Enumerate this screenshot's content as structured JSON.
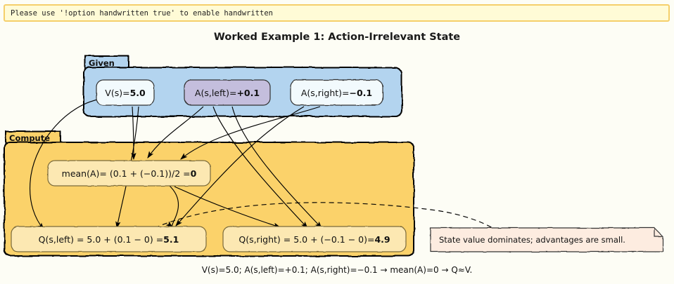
{
  "banner": {
    "message": "Please use '!option handwritten true' to enable handwritten",
    "bg_color": "#fffbd6",
    "border_color": "#f5cf6a"
  },
  "title": "Worked Example 1: Action-Irrelevant State",
  "page": {
    "background_color": "#fdfdf5"
  },
  "clusters": [
    {
      "name": "given",
      "label": "Given",
      "fill_color": "#b3d4ef",
      "stroke_color": "#000000"
    },
    {
      "name": "compute",
      "label": "Compute",
      "fill_color": "#fbd26a",
      "stroke_color": "#000000"
    }
  ],
  "nodes": {
    "v_s": {
      "prefix": "V(s)=",
      "value": "5.0",
      "fill_color": "#f2fafd"
    },
    "a_left": {
      "prefix": "A(s,left)=",
      "value": "+0.1",
      "fill_color": "#c4bedd"
    },
    "a_right": {
      "prefix": "A(s,right)=",
      "value": "−0.1",
      "fill_color": "#f2fafd"
    },
    "mean_a": {
      "prefix": "mean(A)= (0.1 + (−0.1))/2 = ",
      "value": "0",
      "fill_color": "#fce8b2"
    },
    "q_left": {
      "prefix": "Q(s,left)  = 5.0 + (0.1 − 0)  = ",
      "value": "5.1",
      "fill_color": "#fce8b2"
    },
    "q_right": {
      "prefix": "Q(s,right) = 5.0 + (−0.1 − 0)= ",
      "value": "4.9",
      "fill_color": "#fce8b2"
    }
  },
  "note": {
    "text": "State value dominates; advantages are small.",
    "fill_color": "#fdece0"
  },
  "caption": "V(s)=5.0; A(s,left)=+0.1; A(s,right)=−0.1 → mean(A)=0 → Q≈V."
}
